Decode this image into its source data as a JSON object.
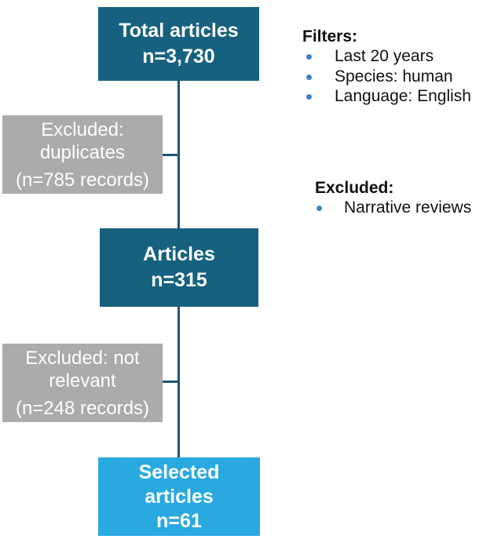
{
  "figure": {
    "boxes": {
      "total": {
        "line1": "Total articles",
        "line2": "n=3,730"
      },
      "excluded_duplicates": {
        "line1": "Excluded:",
        "line2": "duplicates",
        "line3": "(n=785 records)"
      },
      "articles": {
        "line1": "Articles",
        "line2": "n=315"
      },
      "excluded_not_relevant": {
        "line1": "Excluded: not",
        "line2": "relevant",
        "line3": "(n=248 records)"
      },
      "selected": {
        "line1": "Selected",
        "line2": "articles",
        "line3": "n=61"
      }
    },
    "notes": {
      "filters": {
        "heading": "Filters:",
        "items": [
          "Last 20 years",
          "Species: human",
          "Language: English"
        ]
      },
      "excluded": {
        "heading": "Excluded:",
        "items": [
          "Narrative reviews"
        ]
      }
    },
    "colors": {
      "box_primary": "#16617F",
      "box_accent": "#29A9E0",
      "box_excluded": "#ABABAB",
      "connector": "#1D5772",
      "bullet": "#3B82C4",
      "box_text": "#FFFFFF",
      "note_text": "#111111"
    }
  }
}
